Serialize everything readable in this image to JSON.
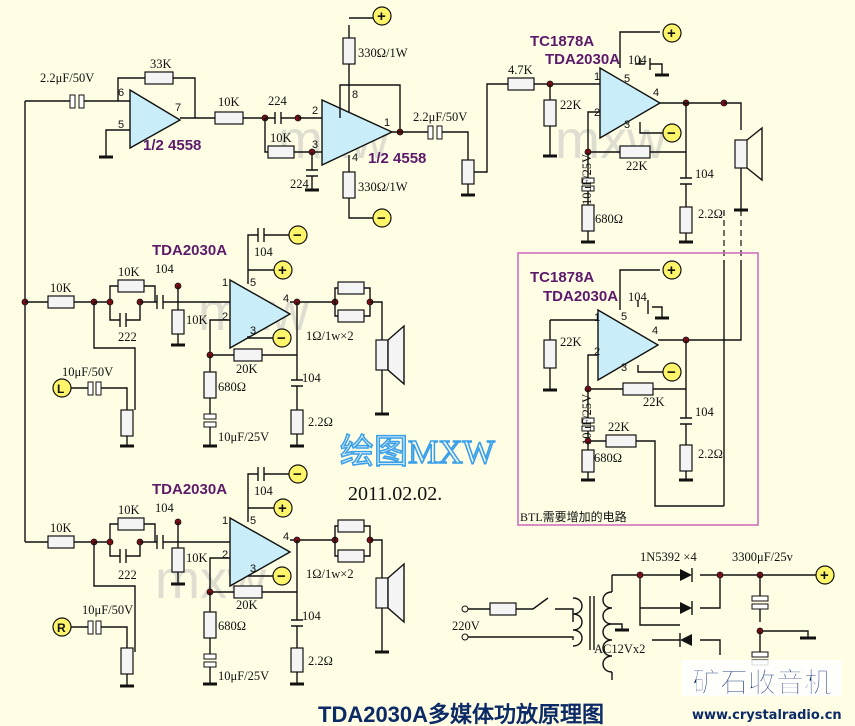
{
  "ic_labels": {
    "opamp_1": "1/2 4558",
    "opamp_2": "1/2 4558",
    "btl_ic_top": "TC1878A",
    "main_ic_top": "TDA2030A",
    "btl_ic_box": "TC1878A",
    "btl_ic_box_sub": "TDA2030A",
    "mid_ic": "TDA2030A",
    "bottom_ic": "TDA2030A"
  },
  "components": {
    "c_in": "2.2μF/50V",
    "r_fb1": "33K",
    "r_10k_a": "10K",
    "c_224_top": "224",
    "r_10k_b": "10K",
    "c_224_bot": "224",
    "r_330_top": "330Ω/1W",
    "r_330_bot": "330Ω/1W",
    "c_out_2": "2.2μF/50V",
    "r_4k7": "4.7K",
    "c_104_top": "104",
    "r_22k_in": "22K",
    "r_22k_fb": "22K",
    "c_10u_top": "10μF/25V",
    "r_680_top": "680Ω",
    "c_104_zobel": "104",
    "r_2r2_top": "2.2Ω",
    "r_10k_l": "10K",
    "r_10k_l2": "10K",
    "c_222_l": "222",
    "c_104_l": "104",
    "r_10k_l3": "10K",
    "c_104_l_sup": "104",
    "r_20k_l": "20K",
    "r_680_l": "680Ω",
    "c_10u_l": "10μF/25V",
    "c_104_l_z": "104",
    "r_2r2_l": "2.2Ω",
    "r_1r_l": "1Ω/1w×2",
    "c_10u50_l": "10μF/50V",
    "r_22k_btl": "22K",
    "c_104_btl": "104",
    "r_22k_btl_fb": "22K",
    "c_10u_btl": "10μF/25V",
    "r_22k_btl2": "22K",
    "r_680_btl": "680Ω",
    "c_104_btl_z": "104",
    "r_2r2_btl": "2.2Ω",
    "r_10k_r": "10K",
    "r_10k_r2": "10K",
    "c_222_r": "222",
    "c_104_r": "104",
    "r_10k_r3": "10K",
    "c_104_r_sup": "104",
    "r_20k_r": "20K",
    "r_680_r": "680Ω",
    "c_10u_r": "10μF/25V",
    "c_104_r_z": "104",
    "r_2r2_r": "2.2Ω",
    "r_1r_r": "1Ω/1w×2",
    "c_10u50_r": "10μF/50V",
    "diodes": "1N5392 ×4",
    "c_filter": "3300μF/25v",
    "mains": "220V",
    "transformer": "AC12Vx2"
  },
  "pins": {
    "p1": "1",
    "p2": "2",
    "p3": "3",
    "p4": "4",
    "p5": "5",
    "p6": "6",
    "p7": "7",
    "p8": "8"
  },
  "inputs": {
    "left": "L",
    "right": "R"
  },
  "supply": {
    "plus": "+",
    "minus": "−"
  },
  "annotations": {
    "author": "绘图MXW",
    "date": "2011.02.02.",
    "btl_note": "BTL需要增加的电路",
    "title": "TDA2030A多媒体功放原理图",
    "site_name": "矿石收音机",
    "site_url": "www.crystalradio.cn",
    "watermark": "mxw"
  },
  "colors": {
    "background": "#fffde4",
    "amp_fill": "#c9eef9",
    "supply_fill": "#fff56b",
    "ic_text": "#5c1a6a",
    "btl_box": "#d070c0",
    "author_text": "#3aa0e8",
    "title_text": "#0b2a66"
  }
}
